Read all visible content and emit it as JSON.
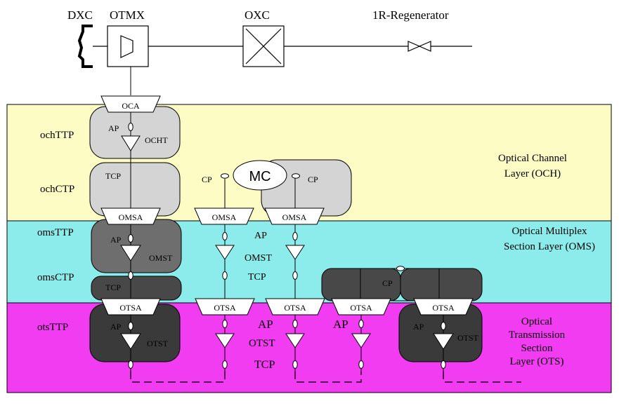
{
  "colors": {
    "och_band": "#fcfcc4",
    "oms_band": "#8cecec",
    "ots_band": "#f23cf2",
    "och_box": "#d4d4d4",
    "oms_box_mid": "#6e6e6e",
    "oms_box_dark": "#484848",
    "ots_box": "#3a3a3a",
    "adaptation_fill": "#ffffff",
    "line": "#000000"
  },
  "network_elements": {
    "dxc": "DXC",
    "otmx": "OTMX",
    "oxc": "OXC",
    "regenerator": "1R-Regenerator"
  },
  "layers": {
    "och": [
      "Optical Channel",
      "Layer (OCH)"
    ],
    "oms": [
      "Optical Multiplex",
      "Section Layer (OMS)"
    ],
    "ots": [
      "Optical",
      "Transmission",
      "Section",
      "Layer (OTS)"
    ]
  },
  "points": {
    "och_ttp": "ochTTP",
    "och_ctp": "ochCTP",
    "oms_ttp": "omsTTP",
    "oms_ctp": "omsCTP",
    "ots_ttp": "otsTTP"
  },
  "functions": {
    "oca": "OCA",
    "ocht": "OCHT",
    "omsa": "OMSA",
    "omst": "OMST",
    "otsa": "OTSA",
    "otst": "OTST",
    "mc": "MC"
  },
  "reference_points": {
    "ap": "AP",
    "tcp": "TCP",
    "cp": "CP"
  }
}
